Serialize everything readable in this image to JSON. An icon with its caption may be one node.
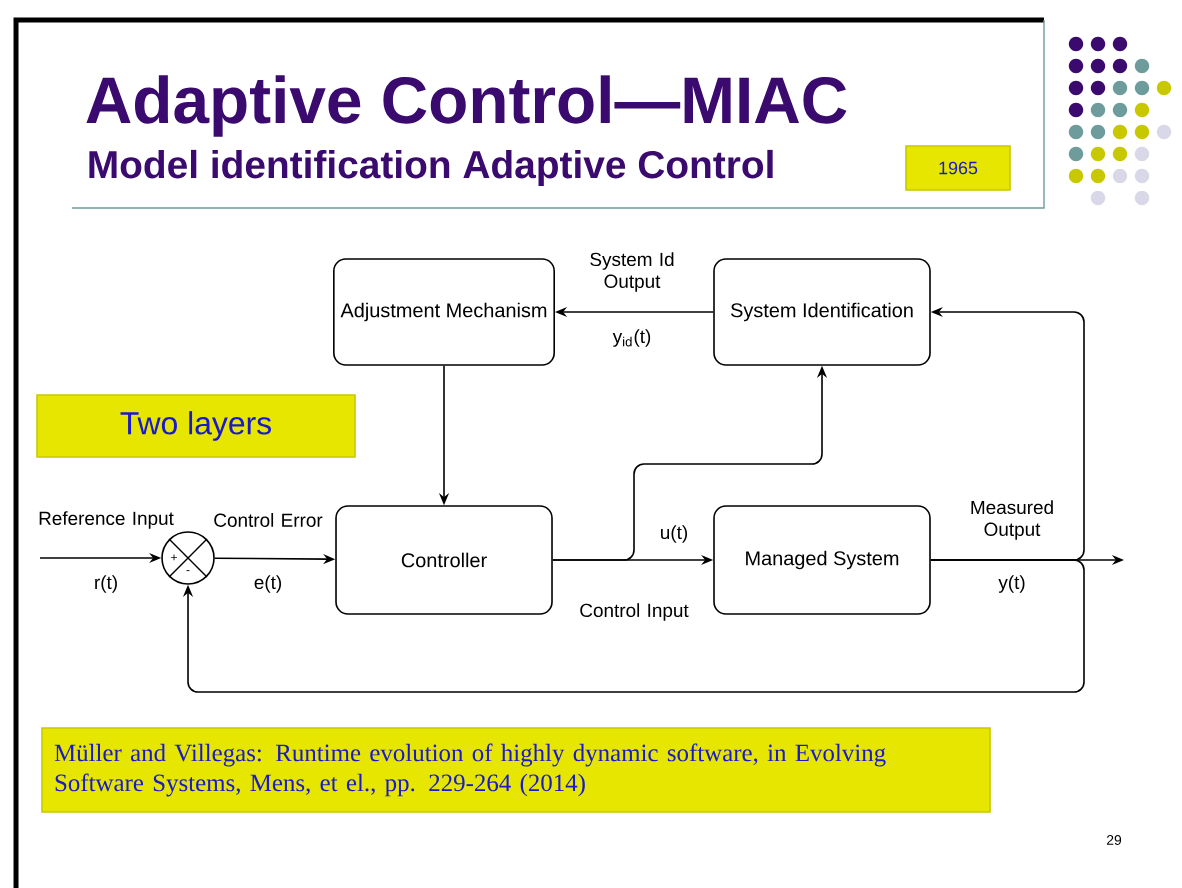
{
  "diagram": {
    "title": "Adaptive Control—MIAC",
    "nodes": [
      {
        "text": [
          "1965"
        ]
      },
      {
        "text": [
          "Adjustment Mechanism"
        ]
      },
      {
        "text": [
          "System Identification"
        ]
      },
      {
        "text": [
          "Two layers"
        ]
      },
      {
        "text": [
          "+",
          "-"
        ]
      },
      {
        "text": [
          "Controller"
        ]
      },
      {
        "text": [
          "Managed System"
        ]
      },
      {
        "text": [
          "Müller and Villegas: Runtime evolution of highly dynamic software, in Evolving Software Systems, Mens, et el., pp. 229-264 (2014)"
        ]
      }
    ],
    "edges": [
      {
        "from": null,
        "to": 4,
        "arrow": "to"
      },
      {
        "from": 4,
        "to": 5,
        "arrow": "to"
      },
      {
        "from": 1,
        "to": 5,
        "arrow": "to"
      },
      {
        "from": 2,
        "to": 1,
        "arrow": "to"
      },
      {
        "from": 5,
        "to": 6,
        "arrow": "to"
      },
      {
        "from": 5,
        "to": 2,
        "arrow": "to"
      },
      {
        "from": 6,
        "to": null,
        "arrow": "to"
      },
      {
        "from": 6,
        "to": 2,
        "arrow": "to"
      },
      {
        "from": 6,
        "to": 4,
        "arrow": "to"
      }
    ],
    "labels": [
      "Model identification Adaptive Control",
      "System Id Output",
      "y$_{id}$(t)",
      "Reference Input",
      "r(t)",
      "Control Error",
      "e(t)",
      "u(t)",
      "Control Input",
      "Measured Output",
      "y(t)",
      "29"
    ]
  }
}
